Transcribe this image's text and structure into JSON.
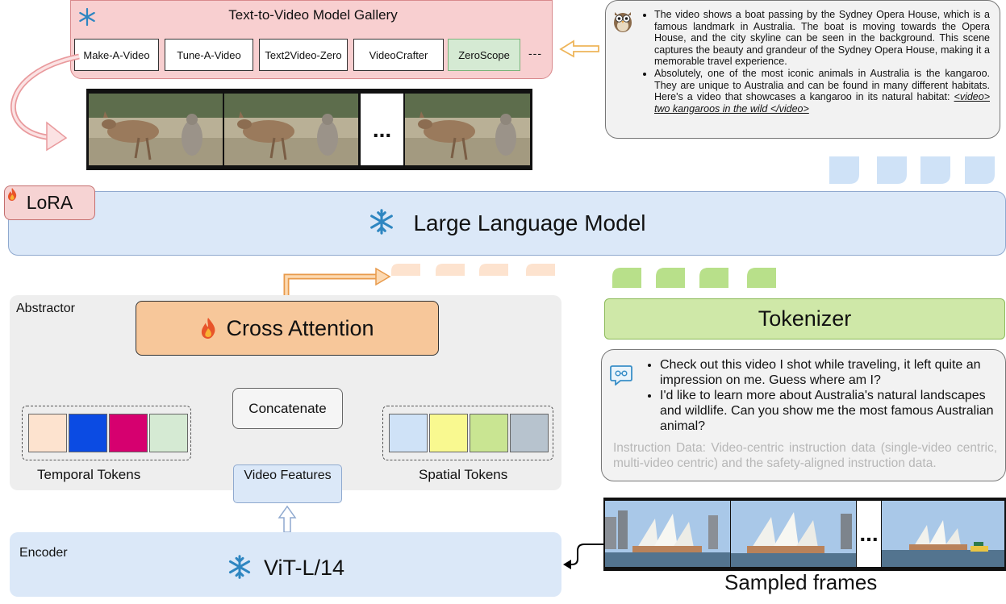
{
  "gallery": {
    "title": "Text-to-Video Model Gallery",
    "models": [
      "Make-A-Video",
      "Tune-A-Video",
      "Text2Video-Zero",
      "VideoCrafter",
      "ZeroScope"
    ],
    "more": "---"
  },
  "video_strip": {
    "ellipsis": "..."
  },
  "response": {
    "bullets": [
      "The video shows a boat passing by the Sydney Opera House, which is a famous landmark in Australia. The boat is moving towards the Opera House, and the city skyline can be seen in the background. This scene captures the beauty and grandeur of the Sydney Opera House, making it a memorable travel experience.",
      "Absolutely, one of the most iconic animals in Australia is the kangaroo. They are unique to Australia and can be found in many different habitats. Here's a video that showcases a kangaroo in its natural habitat: "
    ],
    "video_tag": "<video>  two kangaroos in the wild </video>"
  },
  "lora": "LoRA",
  "llm": "Large Language Model",
  "tokenizer": "Tokenizer",
  "instruction": {
    "bullets": [
      "Check out this video I shot while traveling, it left quite an impression on me. Guess where am I?",
      "I'd like to learn more about Australia's natural landscapes and wildlife. Can you show me the most famous Australian animal?"
    ],
    "note": "Instruction Data: Video-centric instruction data (single-video centric, multi-video centric) and the safety-aligned instruction data."
  },
  "abstractor": {
    "label": "Abstractor",
    "cross_attention": "Cross Attention",
    "concatenate": "Concatenate",
    "video_features": "Video Features",
    "temporal_label": "Temporal Tokens",
    "spatial_label": "Spatial Tokens",
    "temporal_colors": [
      "#fde3cf",
      "#0b4be3",
      "#d6006f",
      "#d5ead3"
    ],
    "spatial_colors": [
      "#cfe2f7",
      "#f9f990",
      "#c9e592",
      "#b7c3ce"
    ]
  },
  "encoder": {
    "label": "Encoder",
    "model": "ViT-L/14"
  },
  "sampled": {
    "label": "Sampled frames",
    "ellipsis": "..."
  },
  "colors": {
    "llm_blue": "#dbe8f8",
    "token_output_blue": "#cfe2f7",
    "token_orange": "#fde3cf",
    "token_green": "#b8e08a",
    "gallery_pink": "#f8cfd0"
  },
  "icons": [
    "snowflake-icon",
    "flame-icon",
    "owl-icon",
    "chat-bubble-icon"
  ]
}
